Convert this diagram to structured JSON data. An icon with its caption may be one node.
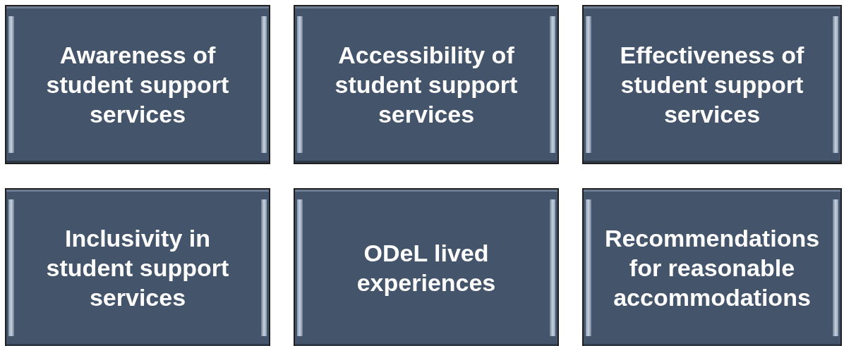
{
  "diagram": {
    "nodes": [
      {
        "text": [
          "Awareness of student support services"
        ]
      },
      {
        "text": [
          "Accessibility of student support services"
        ]
      },
      {
        "text": [
          "Effectiveness of student support services"
        ]
      },
      {
        "text": [
          "Inclusivity in student support services"
        ]
      },
      {
        "text": [
          "ODeL lived experiences"
        ]
      },
      {
        "text": [
          "Recommendations for reasonable accommodations"
        ]
      }
    ]
  }
}
